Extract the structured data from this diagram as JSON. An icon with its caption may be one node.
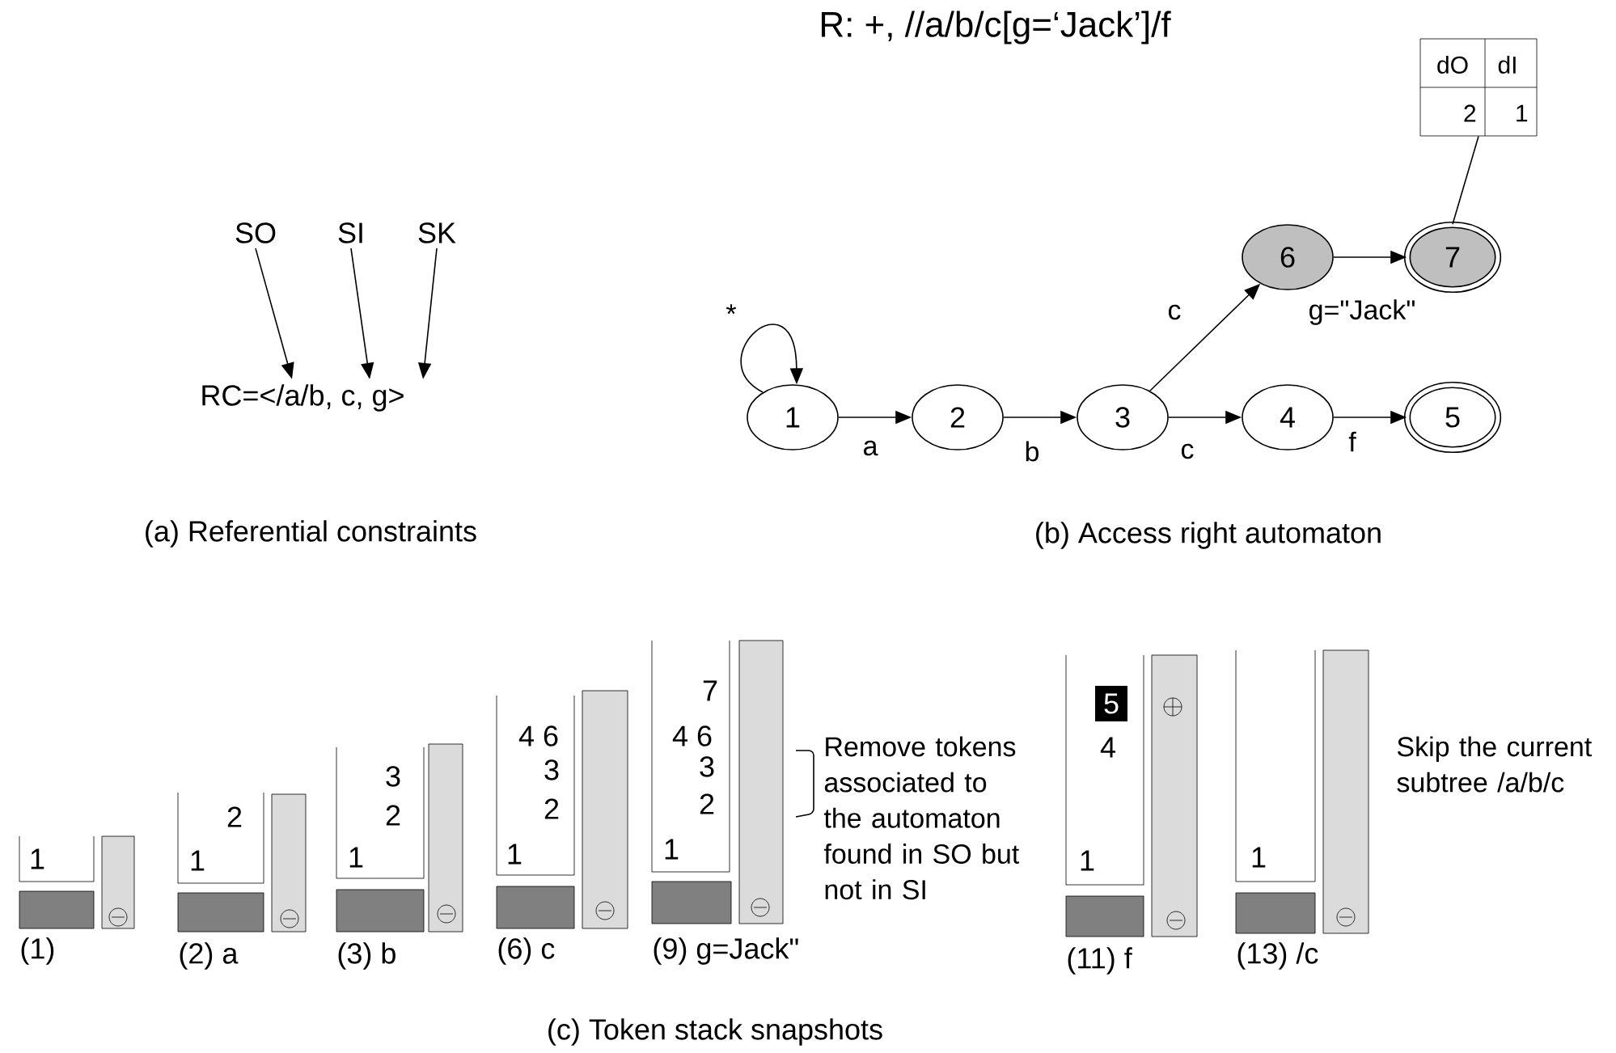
{
  "diagram": {
    "nodes": [
      {
        "text": [
          "SO"
        ]
      },
      {
        "text": [
          "SI"
        ]
      },
      {
        "text": [
          "SK"
        ]
      },
      {
        "text": [
          "RC=</a/b, c, g>"
        ]
      },
      {
        "text": [
          "dO",
          "dI",
          "2",
          "1"
        ]
      },
      {
        "text": [
          "1"
        ]
      },
      {
        "text": [
          "2"
        ]
      },
      {
        "text": [
          "3"
        ]
      },
      {
        "text": [
          "4"
        ]
      },
      {
        "text": [
          "5"
        ]
      },
      {
        "text": [
          "6"
        ]
      },
      {
        "text": [
          "7"
        ]
      },
      {
        "text": [
          "1"
        ],
        "beside": [
          "(1)"
        ]
      },
      {
        "text": [
          "2",
          "1"
        ],
        "beside": [
          "(2) a"
        ]
      },
      {
        "text": [
          "3",
          "2",
          "1"
        ],
        "beside": [
          "(3) b"
        ]
      },
      {
        "text": [
          "4 6",
          "3",
          "2",
          "1"
        ],
        "beside": [
          "(6) c"
        ]
      },
      {
        "text": [
          "7",
          "4 6",
          "3",
          "2",
          "1"
        ],
        "beside": [
          "(9) g=Jack\""
        ]
      },
      {
        "text": [
          "4",
          "1"
        ],
        "beside": [
          "(11) f"
        ]
      },
      {
        "text": [
          "5"
        ],
        "in": 17
      },
      {
        "text": [
          "1"
        ],
        "beside": [
          "(13) /c"
        ]
      }
    ],
    "edges": [
      {
        "from": 0,
        "to": 3,
        "arrow": "to"
      },
      {
        "from": 1,
        "to": 3,
        "arrow": "to"
      },
      {
        "from": 2,
        "to": 3,
        "arrow": "to"
      },
      {
        "from": 5,
        "to": 5,
        "arrow": "to",
        "label": "*"
      },
      {
        "from": 5,
        "to": 6,
        "arrow": "to",
        "label": "a"
      },
      {
        "from": 6,
        "to": 7,
        "arrow": "to",
        "label": "b"
      },
      {
        "from": 7,
        "to": 10,
        "arrow": "to",
        "label": "c"
      },
      {
        "from": 10,
        "to": 11,
        "arrow": "to",
        "label": "g=\"Jack\""
      },
      {
        "from": 7,
        "to": 8,
        "arrow": "to",
        "label": "c"
      },
      {
        "from": 8,
        "to": 9,
        "arrow": "to",
        "label": "f"
      },
      {
        "from": 4,
        "to": 11,
        "arrow": "none"
      }
    ],
    "labels": [
      "R: +, //a/b/c[g=‘Jack’]/f",
      "(a) Referential constraints",
      "(b) Access right automaton",
      "Remove tokens associated to the automaton found in SO but not in SI",
      "Skip the current subtree /a/b/c",
      "(c) Token stack snapshots"
    ]
  }
}
